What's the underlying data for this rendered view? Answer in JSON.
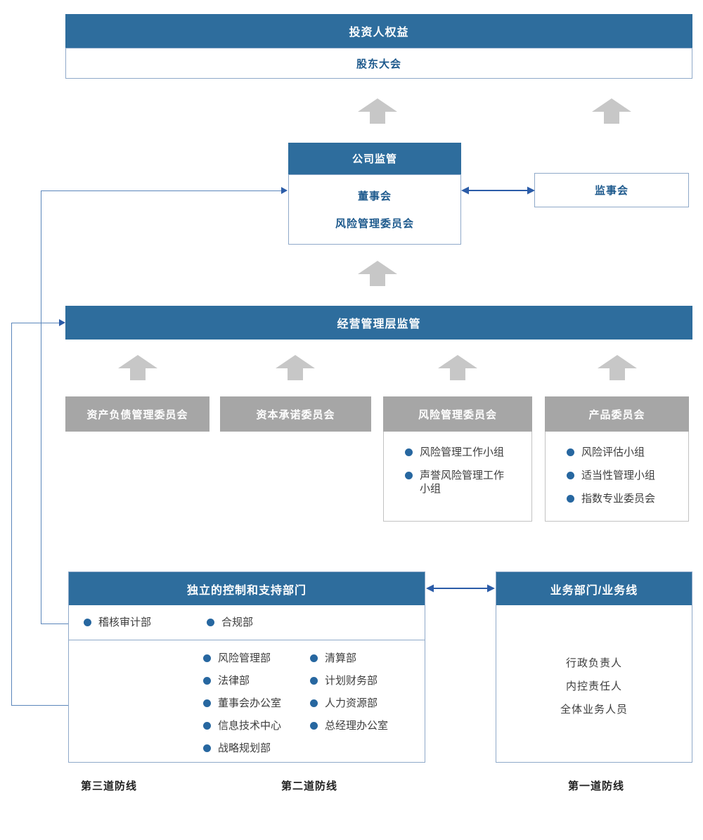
{
  "palette": {
    "header_blue": "#2e6d9d",
    "dark_blue_text": "#1e5a8d",
    "committee_gray": "#a6a6a6",
    "arrow_gray": "#c7c7c7",
    "connector_blue": "#5b86bb",
    "strong_arrow_blue": "#2b5ca8",
    "bullet_blue": "#2767a0"
  },
  "icons": {
    "up_arrow": "block-up-arrow",
    "double_arrow": "horizontal-double-arrow",
    "bullet": "filled-circle"
  },
  "top_box": {
    "header": "投资人权益",
    "body": "股东大会"
  },
  "corporate_box": {
    "header": "公司监管",
    "lines": [
      "董事会",
      "风险管理委员会"
    ]
  },
  "supervisory_box": {
    "label": "监事会"
  },
  "management_bar": {
    "label": "经营管理层监管"
  },
  "committees": [
    {
      "title": "资产负债管理委员会",
      "items": []
    },
    {
      "title": "资本承诺委员会",
      "items": []
    },
    {
      "title": "风险管理委员会",
      "items": [
        "风险管理工作小组",
        "声誉风险管理工作小组"
      ]
    },
    {
      "title": "产品委员会",
      "items": [
        "风险评估小组",
        "适当性管理小组",
        "指数专业委员会"
      ]
    }
  ],
  "control_box": {
    "header": "独立的控制和支持部门",
    "row1": [
      "稽核审计部",
      "合规部"
    ],
    "col1": [
      "风险管理部",
      "法律部",
      "董事会办公室",
      "信息技术中心",
      "战略规划部"
    ],
    "col2": [
      "清算部",
      "计划财务部",
      "人力资源部",
      "总经理办公室"
    ]
  },
  "business_box": {
    "header": "业务部门/业务线",
    "lines": [
      "行政负责人",
      "内控责任人",
      "全体业务人员"
    ]
  },
  "defense_labels": [
    "第三道防线",
    "第二道防线",
    "第一道防线"
  ]
}
